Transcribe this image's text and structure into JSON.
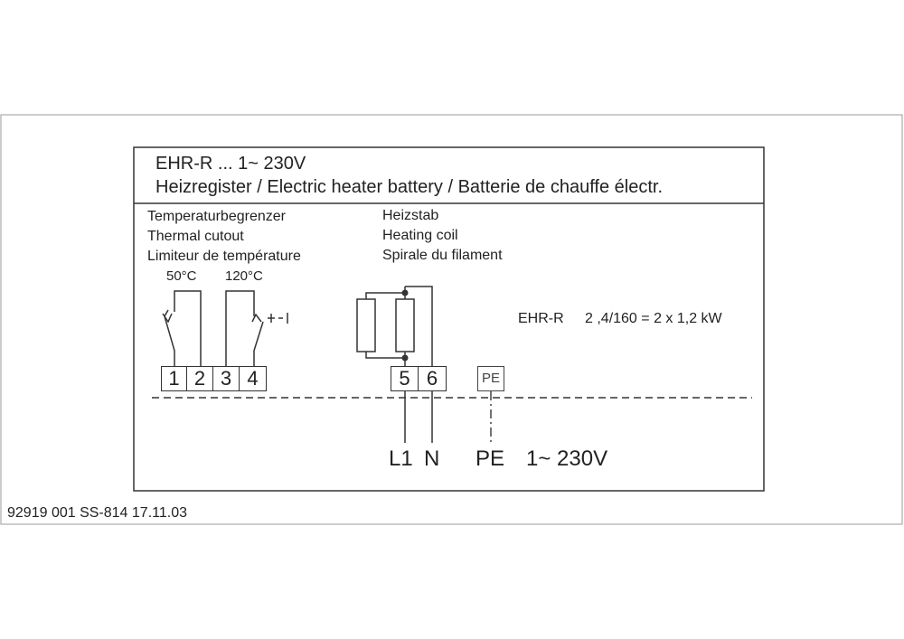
{
  "header": {
    "title": "EHR-R ...  1~ 230V",
    "subtitle": "Heizregister / Electric heater battery / Batterie de chauffe électr."
  },
  "cutout": {
    "label_de": "Temperaturbegrenzer",
    "label_en": "Thermal cutout",
    "label_fr": "Limiteur de température",
    "temp_1": "50°C",
    "temp_2": "120°C"
  },
  "coil": {
    "label_de": "Heizstab",
    "label_en": "Heating coil",
    "label_fr": "Spirale du filament"
  },
  "rating": {
    "model": "EHR-R",
    "spec": "2 ,4/160  = 2 x 1,2 kW"
  },
  "terminals": [
    "1",
    "2",
    "3",
    "4",
    "5",
    "6"
  ],
  "pe_terminal": "PE",
  "supply": {
    "l1": "L1",
    "n": "N",
    "pe": "PE",
    "voltage": "1~ 230V"
  },
  "footer": {
    "doc_id": "92919 001  SS-814  17.11.03"
  },
  "colors": {
    "line": "#333333",
    "frame": "#888888"
  }
}
